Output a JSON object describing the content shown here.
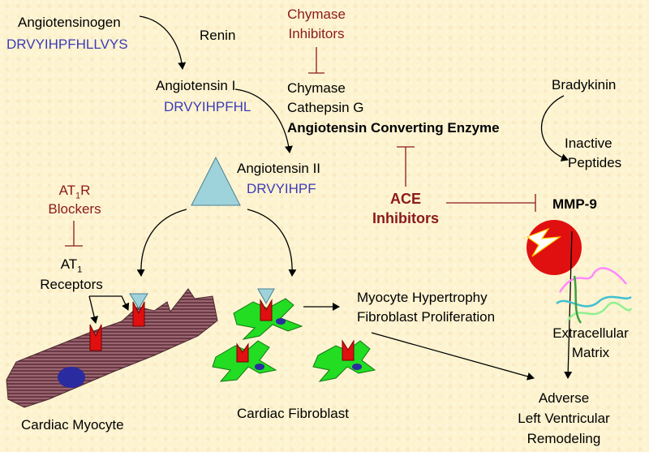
{
  "labels": {
    "angiotensinogen": "Angiotensinogen",
    "angiotensinogen_seq": "DRVYIHPFHLLVYS",
    "renin": "Renin",
    "chymase_inhibitors_1": "Chymase",
    "chymase_inhibitors_2": "Inhibitors",
    "angiotensin_i": "Angiotensin I",
    "angiotensin_i_seq": "DRVYIHPFHL",
    "chymase": "Chymase",
    "cathepsin_g": "Cathepsin G",
    "ace": "Angiotensin Converting Enzyme",
    "bradykinin": "Bradykinin",
    "inactive_1": "Inactive",
    "inactive_2": "Peptides",
    "angiotensin_ii": "Angiotensin II",
    "angiotensin_ii_seq": "DRVYIHPF",
    "at1r_blockers_pre": "AT",
    "at1r_blockers_sub": "1",
    "at1r_blockers_post": "R",
    "at1r_blockers_2": "Blockers",
    "ace_inhibitors_1": "ACE",
    "ace_inhibitors_2": "Inhibitors",
    "mmp9": "MMP-9",
    "at1_receptors_pre": "AT",
    "at1_receptors_sub": "1",
    "at1_receptors_2": "Receptors",
    "myocyte_hypertrophy": "Myocyte Hypertrophy",
    "fibroblast_proliferation": "Fibroblast Proliferation",
    "ecm_1": "Extracellular",
    "ecm_2": "Matrix",
    "cardiac_myocyte": "Cardiac Myocyte",
    "cardiac_fibroblast": "Cardiac Fibroblast",
    "adverse_1": "Adverse",
    "adverse_2": "Left Ventricular",
    "adverse_3": "Remodeling"
  },
  "colors": {
    "background": "#fdf3cf",
    "sequence": "#3b3bb5",
    "inhibitor": "#8b1a1a",
    "receptor": "#e01010",
    "angiotensin_ii_shape": "#9fd3dc",
    "fibroblast": "#22dd22",
    "myocyte": "#8a5560",
    "mmp9": "#e01010"
  }
}
